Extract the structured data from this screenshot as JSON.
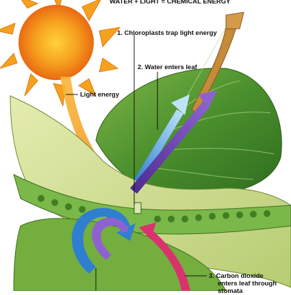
{
  "title": "WATER + LIGHT = CHEMICAL ENERGY",
  "labels": {
    "chloroplasts": "1. Chloroplasts trap light energy",
    "water": "2. Water enters leaf",
    "light": "Light energy",
    "co2_line1": "3.  Carbon dioxide",
    "co2_line2": "enters leaf through",
    "co2_line3": "stomata"
  },
  "colors": {
    "sun": "#f39a1c",
    "leaf": "#4c8f2e",
    "leaf_pale": "#c9d98a",
    "water_arrow": "#5aa9e6",
    "energy_arrow": "#6a36a8",
    "co2_arrow": "#d8336d",
    "light_arrow": "#f2a12a"
  }
}
